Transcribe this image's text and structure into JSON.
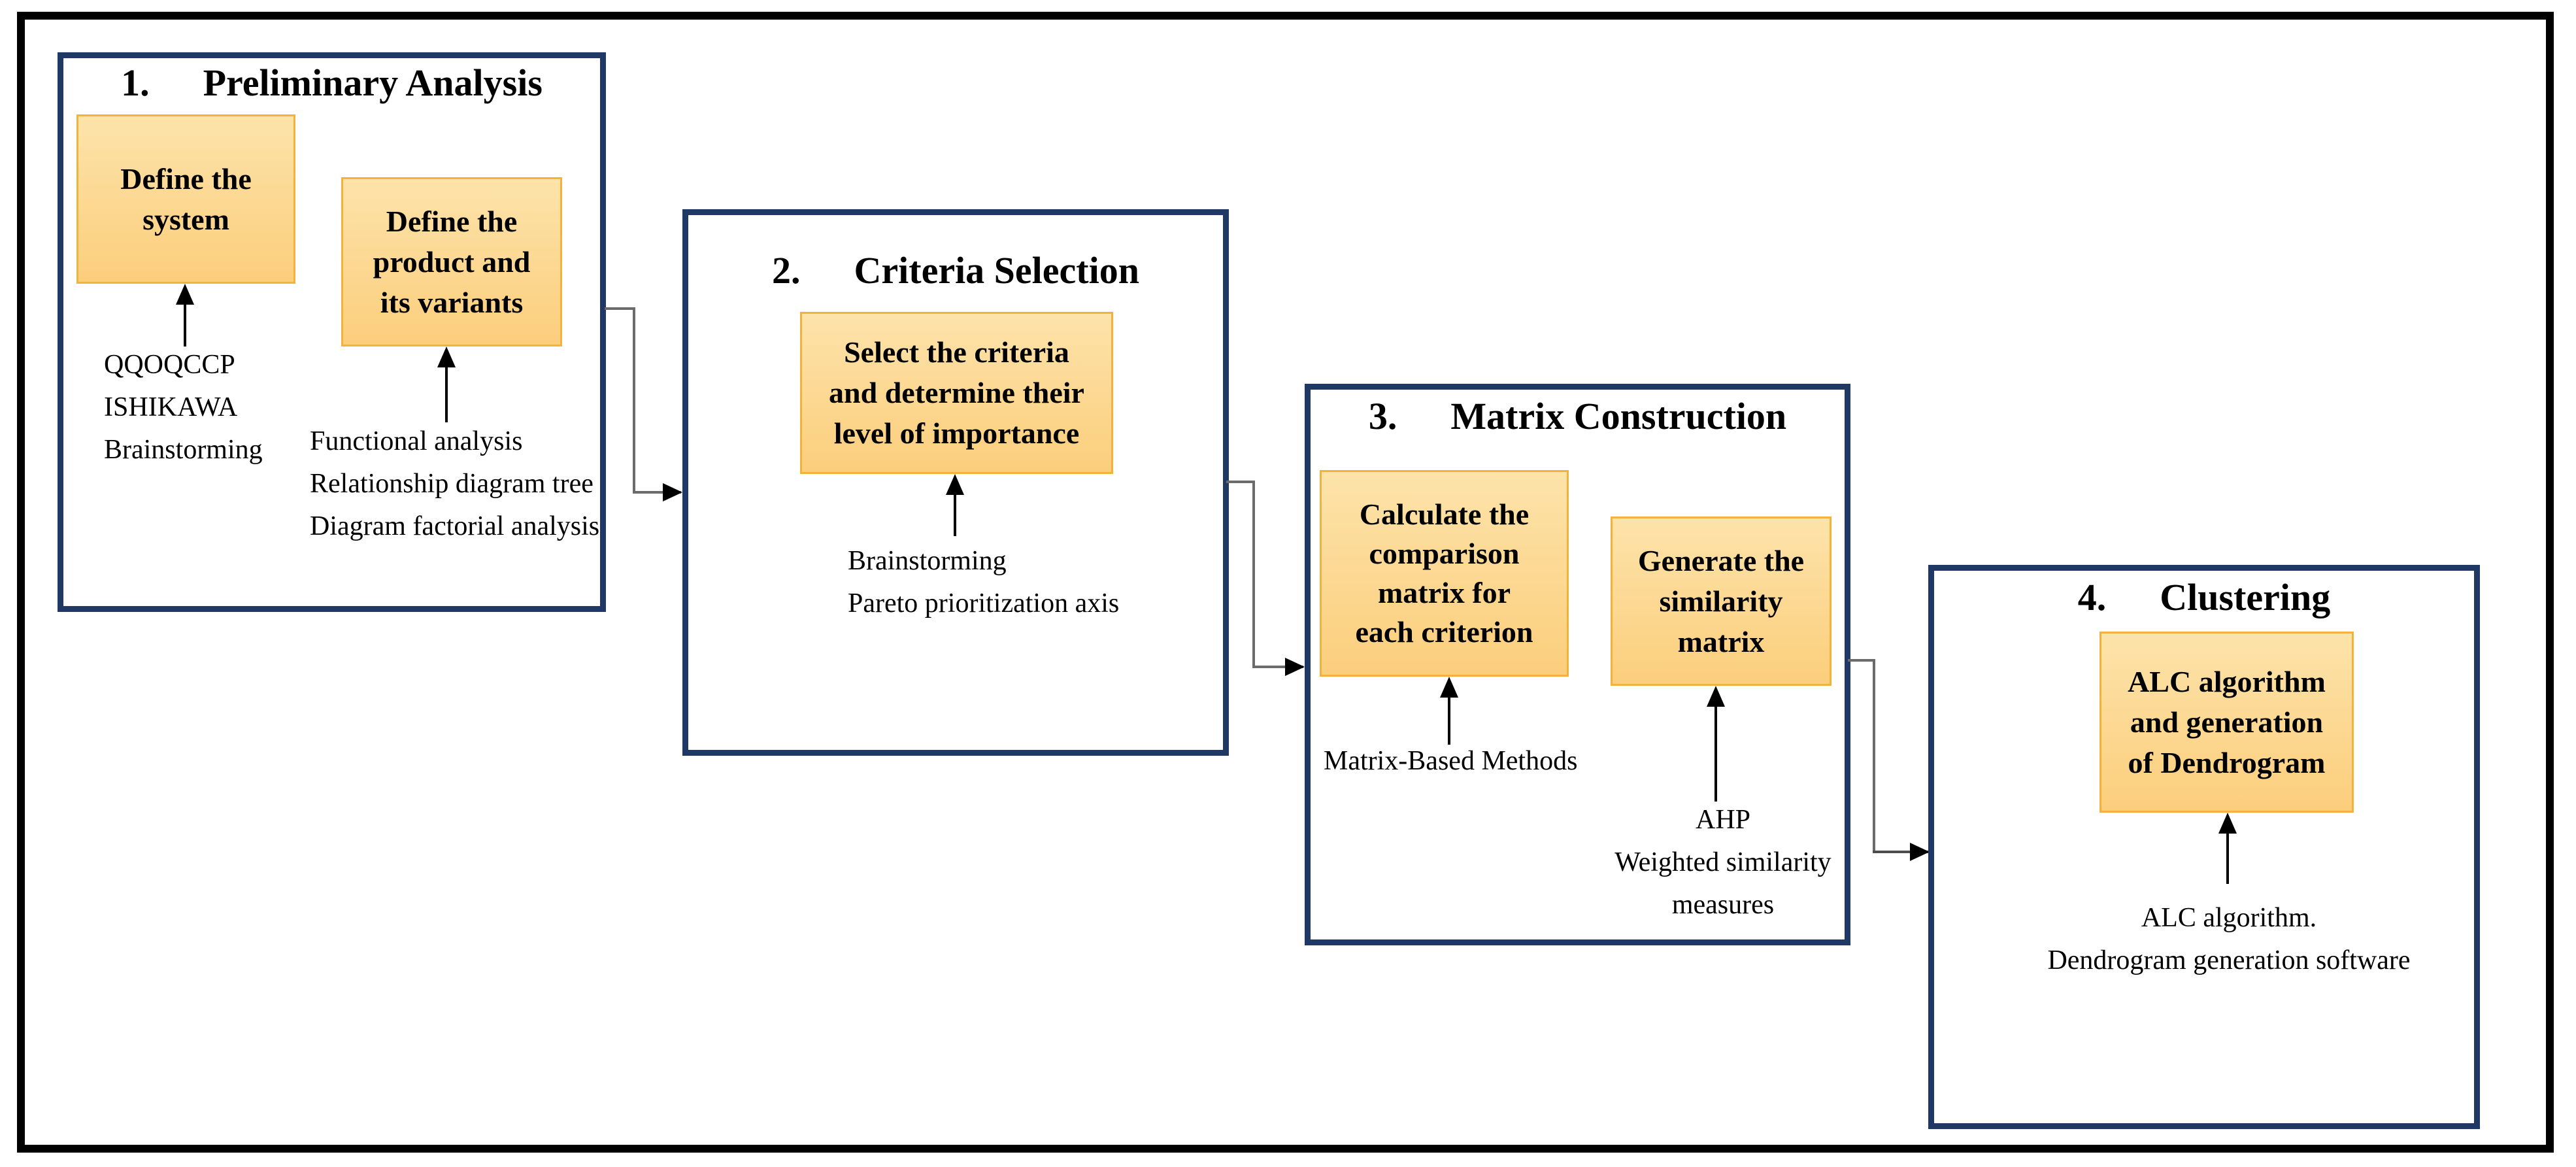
{
  "diagram": {
    "description": "Four-step methodology flow diagram",
    "colors": {
      "panel_border": "#1F3864",
      "card_border": "#F2B33C",
      "card_fill_top": "#FDE3AA",
      "card_fill_bottom": "#FBCE7C",
      "connector": "#6b6b6b",
      "outer_frame": "#000000"
    },
    "steps": [
      {
        "number": "1.",
        "title": "Preliminary Analysis",
        "cards": [
          {
            "label": "Define the\nsystem"
          },
          {
            "label": "Define the\nproduct and\nits variants"
          }
        ],
        "tool_lists": [
          {
            "lines": [
              "QQOQCCP",
              "ISHIKAWA",
              "Brainstorming"
            ]
          },
          {
            "lines": [
              "Functional analysis",
              "Relationship diagram tree",
              "Diagram factorial analysis"
            ]
          }
        ]
      },
      {
        "number": "2.",
        "title": "Criteria Selection",
        "cards": [
          {
            "label": "Select the criteria\nand determine their\nlevel of importance"
          }
        ],
        "tool_lists": [
          {
            "lines": [
              "Brainstorming",
              "Pareto prioritization axis"
            ]
          }
        ]
      },
      {
        "number": "3.",
        "title": "Matrix Construction",
        "cards": [
          {
            "label": "Calculate the\ncomparison\nmatrix for\neach criterion"
          },
          {
            "label": "Generate the\nsimilarity\nmatrix"
          }
        ],
        "tool_lists": [
          {
            "lines": [
              "Matrix-Based Methods"
            ]
          },
          {
            "lines": [
              "AHP",
              "Weighted similarity",
              "measures"
            ]
          }
        ]
      },
      {
        "number": "4.",
        "title": "Clustering",
        "cards": [
          {
            "label": "ALC algorithm\nand generation\nof Dendrogram"
          }
        ],
        "tool_lists": [
          {
            "lines": [
              "ALC algorithm.",
              "Dendrogram generation software"
            ]
          }
        ]
      }
    ]
  }
}
